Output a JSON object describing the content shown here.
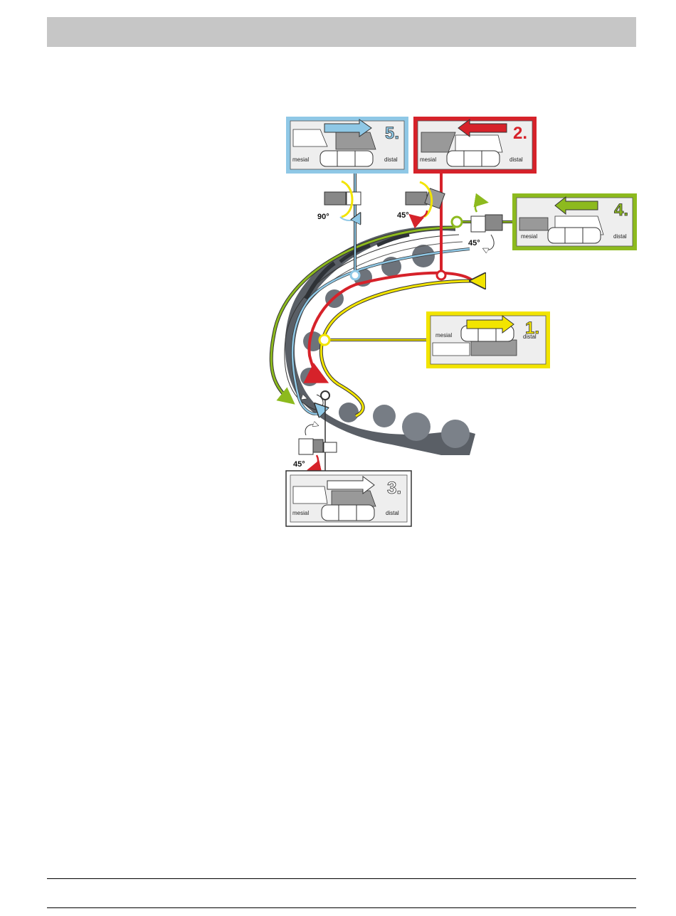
{
  "steps": [
    {
      "id": "step-1",
      "number": "1.",
      "color": "#f2e400",
      "arrow_direction": "right",
      "mesial_label": "mesial",
      "distal_label": "distal"
    },
    {
      "id": "step-2",
      "number": "2.",
      "color": "#d6222a",
      "arrow_direction": "left",
      "mesial_label": "mesial",
      "distal_label": "distal"
    },
    {
      "id": "step-3",
      "number": "3.",
      "color": "#555555",
      "arrow_direction": "right",
      "mesial_label": "mesial",
      "distal_label": "distal"
    },
    {
      "id": "step-4",
      "number": "4.",
      "color": "#8dba1e",
      "arrow_direction": "left",
      "mesial_label": "mesial",
      "distal_label": "distal"
    },
    {
      "id": "step-5",
      "number": "5.",
      "color": "#8fc8e6",
      "arrow_direction": "right",
      "mesial_label": "mesial",
      "distal_label": "distal"
    }
  ],
  "angles": {
    "step5_rotation": "90°",
    "step2_rotation": "45°",
    "step4_rotation": "45°",
    "step3_rotation": "45°"
  },
  "icons": [
    "scan-head-icon",
    "rotation-arrow-icon",
    "jaw-model-icon",
    "tooth-row-icon"
  ]
}
